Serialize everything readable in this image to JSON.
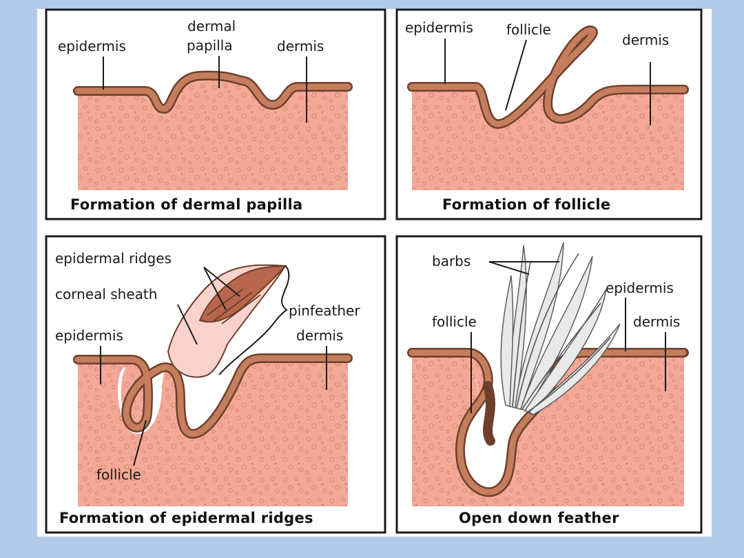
{
  "panels": {
    "p1": {
      "caption": "Formation of dermal papilla",
      "labels": {
        "epidermis": "epidermis",
        "dermal": "dermal",
        "papilla": "papilla",
        "dermis": "dermis"
      }
    },
    "p2": {
      "caption": "Formation of follicle",
      "labels": {
        "epidermis": "epidermis",
        "follicle": "follicle",
        "dermis": "dermis"
      }
    },
    "p3": {
      "caption": "Formation of epidermal ridges",
      "labels": {
        "ridges": "epidermal ridges",
        "sheath": "corneal sheath",
        "pinfeather": "pinfeather",
        "epidermis": "epidermis",
        "dermis": "dermis",
        "follicle": "follicle"
      }
    },
    "p4": {
      "caption": "Open down feather",
      "labels": {
        "barbs": "barbs",
        "epidermis": "epidermis",
        "follicle": "follicle",
        "dermis": "dermis"
      }
    }
  },
  "colors": {
    "background": "#b3cbea",
    "dermis": "#f4a897",
    "epidermis": "#6e3f2a",
    "sheath": "#f8d2cb"
  }
}
